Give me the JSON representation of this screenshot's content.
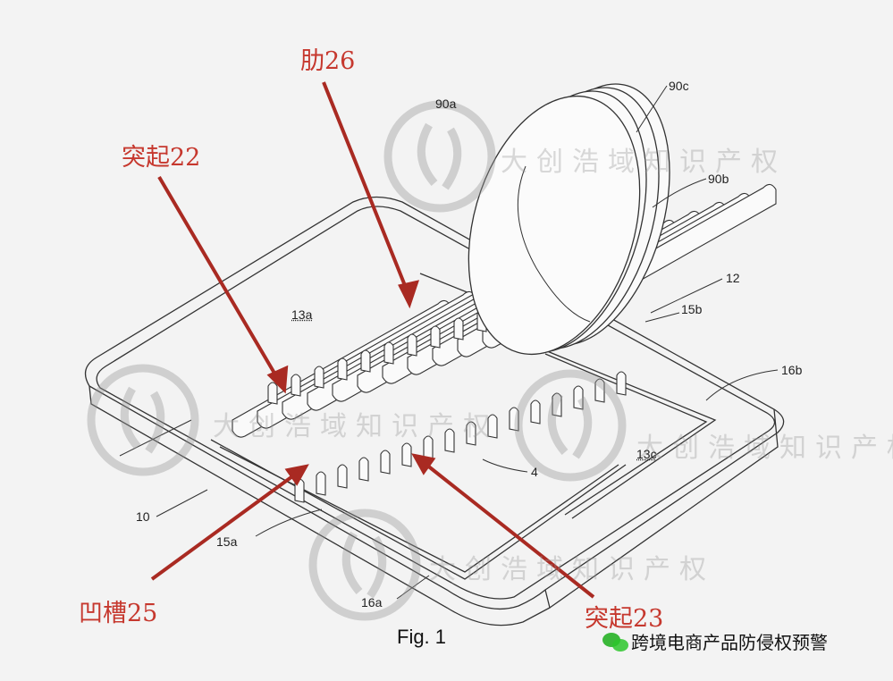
{
  "callouts": {
    "rib": "肋26",
    "protrusion_22": "突起22",
    "groove": "凹槽25",
    "protrusion_23": "突起23"
  },
  "reference_numerals": {
    "r90a": "90a",
    "r90c": "90c",
    "r90b": "90b",
    "r12": "12",
    "r15b": "15b",
    "r16b": "16b",
    "r13a": "13a",
    "r13c": "13c",
    "r10": "10",
    "r15a": "15a",
    "r16a": "16a",
    "r4": "4"
  },
  "figure_caption": "Fig. 1",
  "footer": {
    "account_name": "跨境电商产品防侵权预警",
    "icon": "wechat-icon"
  },
  "watermark": {
    "text": "大创浩域知识产权",
    "icon": "flame-logo-icon"
  },
  "colors": {
    "callout": "#c6382e",
    "line_art": "#333333",
    "background": "#f3f3f3"
  }
}
